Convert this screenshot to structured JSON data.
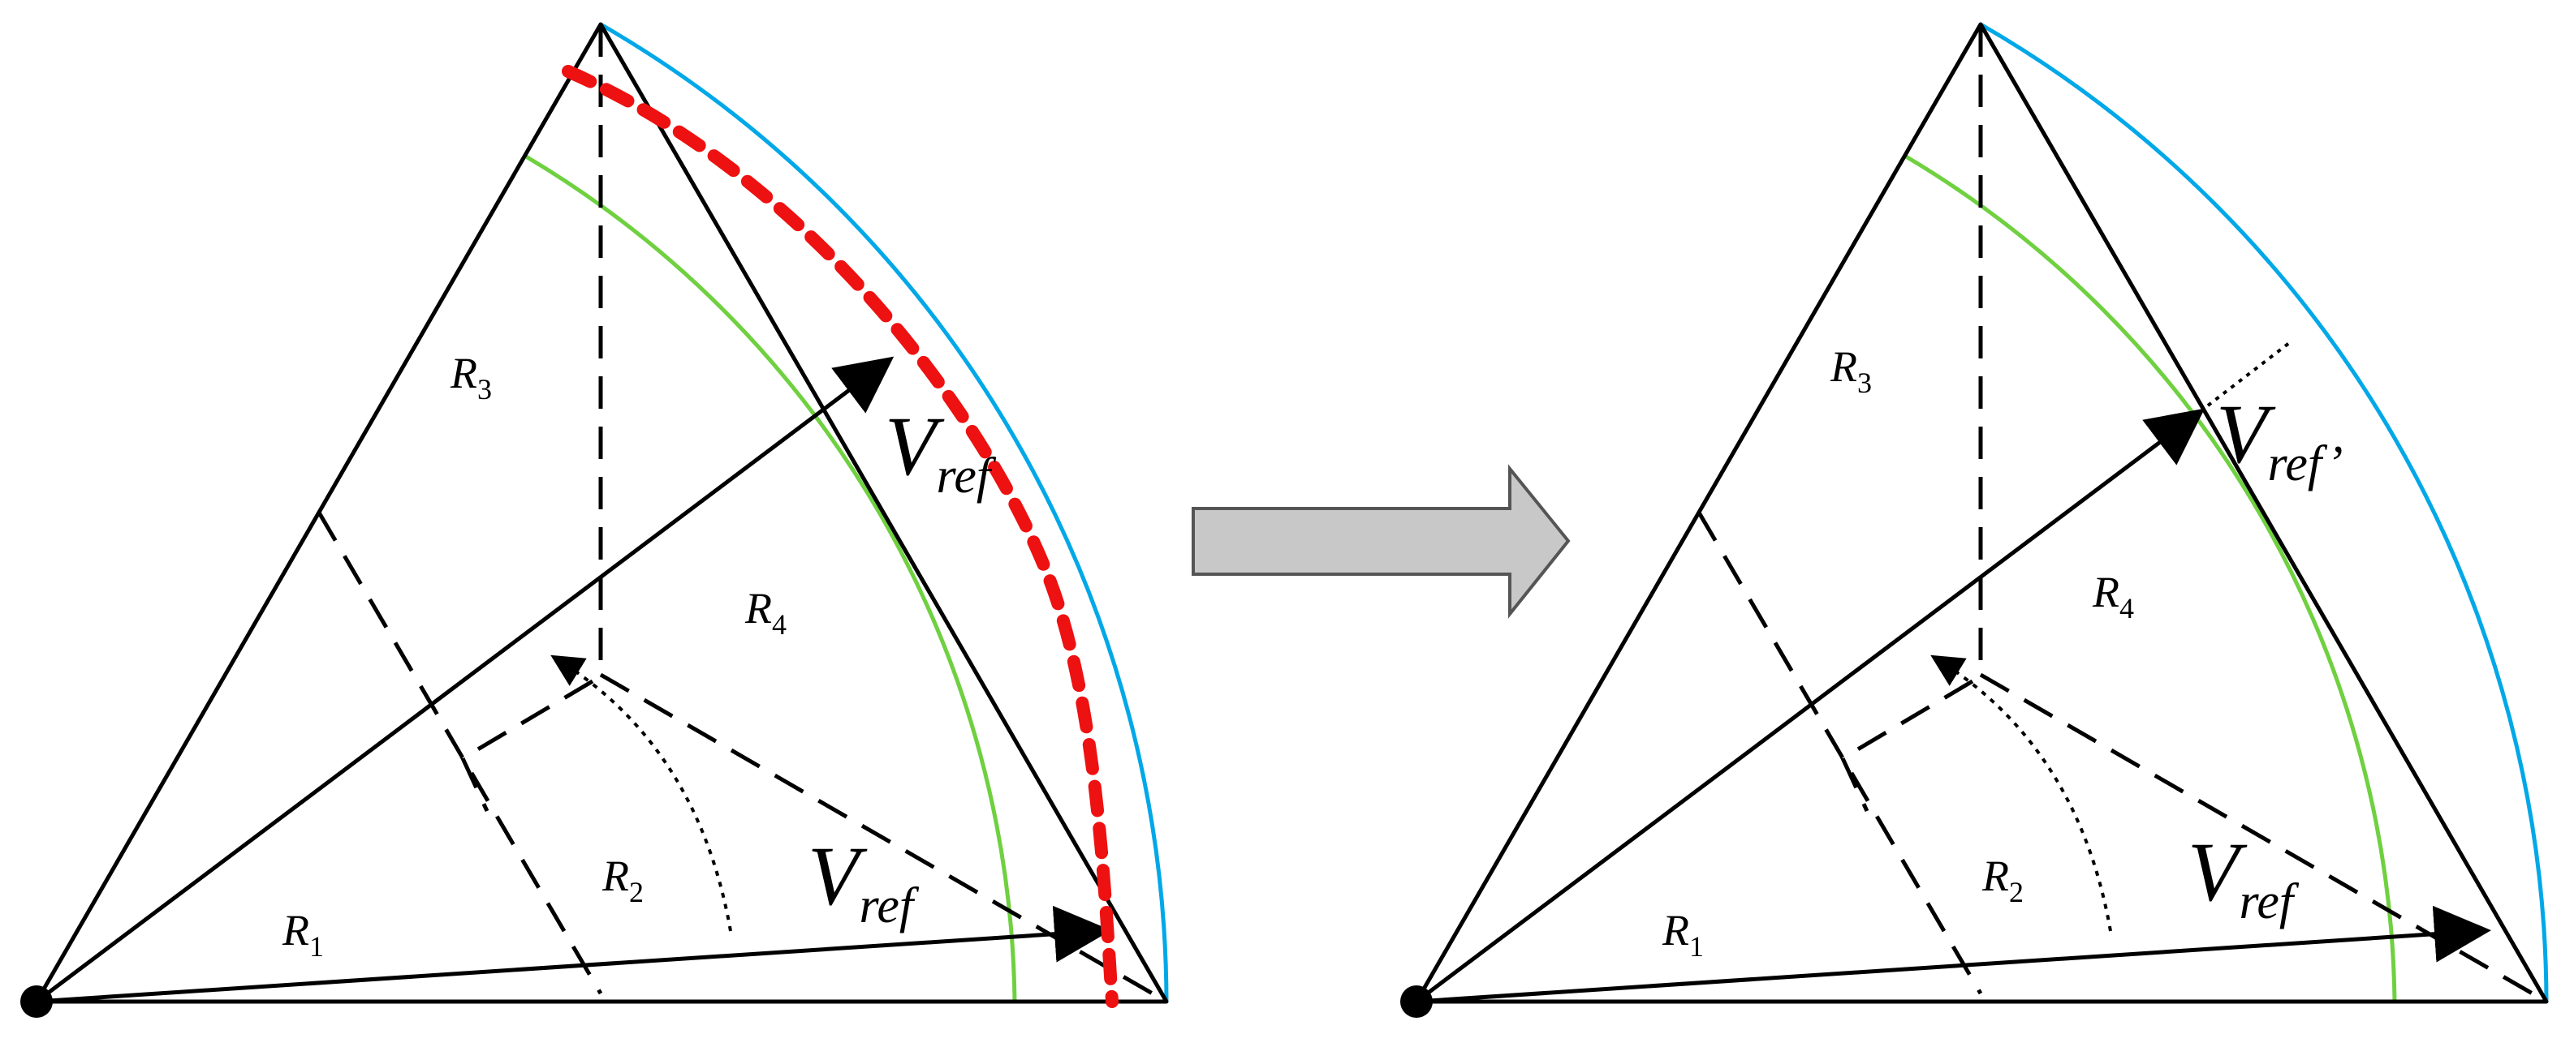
{
  "panels": [
    {
      "id": "before",
      "regions": {
        "r1": "R",
        "r1_sub": "1",
        "r2": "R",
        "r2_sub": "2",
        "r3": "R",
        "r3_sub": "3",
        "r4": "R",
        "r4_sub": "4"
      },
      "vector_upper": {
        "main": "V",
        "sub": "ref"
      },
      "vector_lower": {
        "main": "V",
        "sub": "ref"
      }
    },
    {
      "id": "after",
      "regions": {
        "r1": "R",
        "r1_sub": "1",
        "r2": "R",
        "r2_sub": "2",
        "r3": "R",
        "r3_sub": "3",
        "r4": "R",
        "r4_sub": "4"
      },
      "vector_upper": {
        "main": "V",
        "sub": "ref’"
      },
      "vector_lower": {
        "main": "V",
        "sub": "ref"
      }
    }
  ],
  "colors": {
    "outer_arc": "#00a8e8",
    "inner_arc": "#6fd040",
    "modified_path": "#ee1111",
    "transition_arrow_fill": "#c8c8c8",
    "transition_arrow_stroke": "#555555",
    "lines": "#000000"
  },
  "icons": {
    "transition": "right-arrow-icon"
  }
}
